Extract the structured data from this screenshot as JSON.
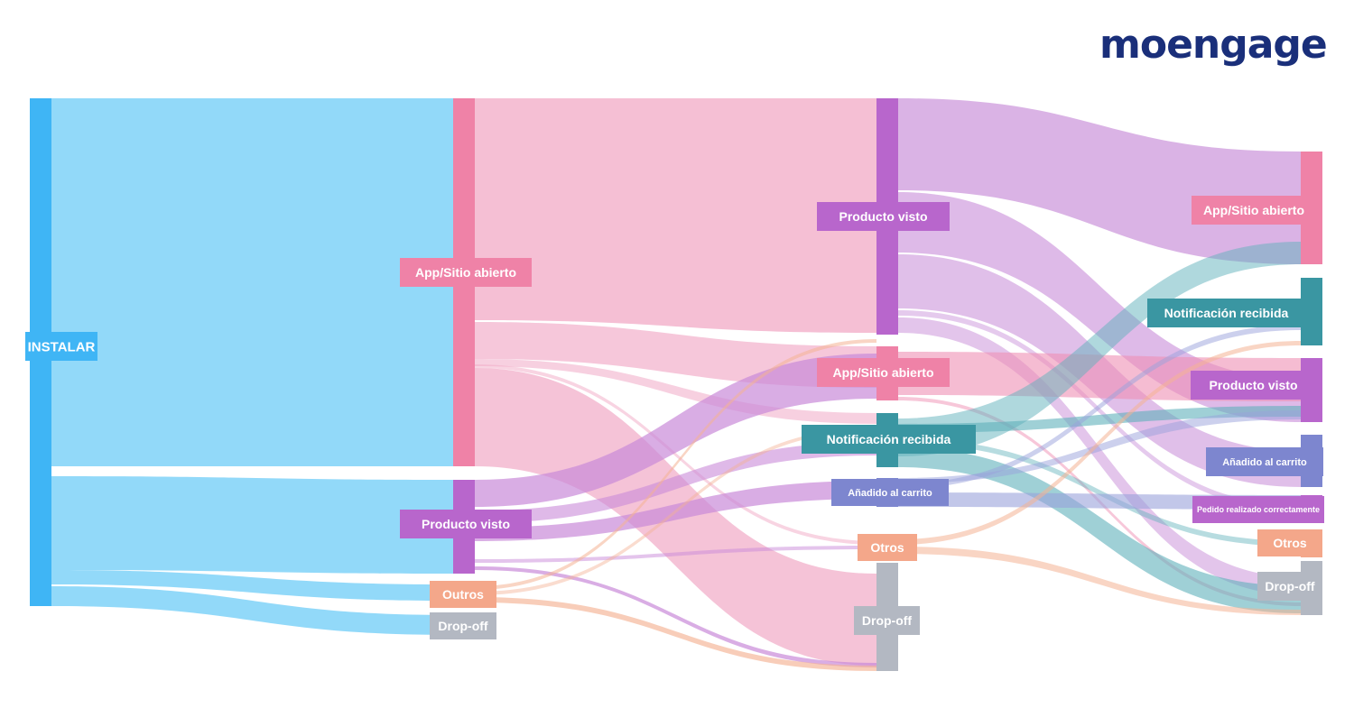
{
  "brand": {
    "name": "moengage",
    "color": "#1a2f7a"
  },
  "diagram": {
    "type": "sankey",
    "nodes": [
      {
        "id": "instalar",
        "label": "INSTALAR",
        "color": "#3fb5f5",
        "stage": 0
      },
      {
        "id": "app1",
        "label": "App/Sitio abierto",
        "color": "#ef82a7",
        "stage": 1
      },
      {
        "id": "prod1",
        "label": "Producto visto",
        "color": "#b866cc",
        "stage": 1
      },
      {
        "id": "otros1",
        "label": "Outros",
        "color": "#f4a78a",
        "stage": 1
      },
      {
        "id": "drop1",
        "label": "Drop-off",
        "color": "#b3b8c2",
        "stage": 1
      },
      {
        "id": "prod2",
        "label": "Producto visto",
        "color": "#b866cc",
        "stage": 2
      },
      {
        "id": "app2",
        "label": "App/Sitio abierto",
        "color": "#ef82a7",
        "stage": 2
      },
      {
        "id": "notif2",
        "label": "Notificación recibida",
        "color": "#3a96a2",
        "stage": 2
      },
      {
        "id": "cart2",
        "label": "Añadido al carrito",
        "color": "#7d86cf",
        "stage": 2
      },
      {
        "id": "otros2",
        "label": "Otros",
        "color": "#f4a78a",
        "stage": 2
      },
      {
        "id": "drop2",
        "label": "Drop-off",
        "color": "#b3b8c2",
        "stage": 2
      },
      {
        "id": "app3",
        "label": "App/Sitio abierto",
        "color": "#ef82a7",
        "stage": 3
      },
      {
        "id": "notif3",
        "label": "Notificación recibida",
        "color": "#3a96a2",
        "stage": 3
      },
      {
        "id": "prod3",
        "label": "Producto visto",
        "color": "#b866cc",
        "stage": 3
      },
      {
        "id": "cart3",
        "label": "Añadido al carrito",
        "color": "#7d86cf",
        "stage": 3
      },
      {
        "id": "pedido3",
        "label": "Pedido realizado correctamente",
        "color": "#b866cc",
        "stage": 3
      },
      {
        "id": "otros3",
        "label": "Otros",
        "color": "#f4a78a",
        "stage": 3
      },
      {
        "id": "drop3",
        "label": "Drop-off",
        "color": "#b3b8c2",
        "stage": 3
      }
    ]
  }
}
